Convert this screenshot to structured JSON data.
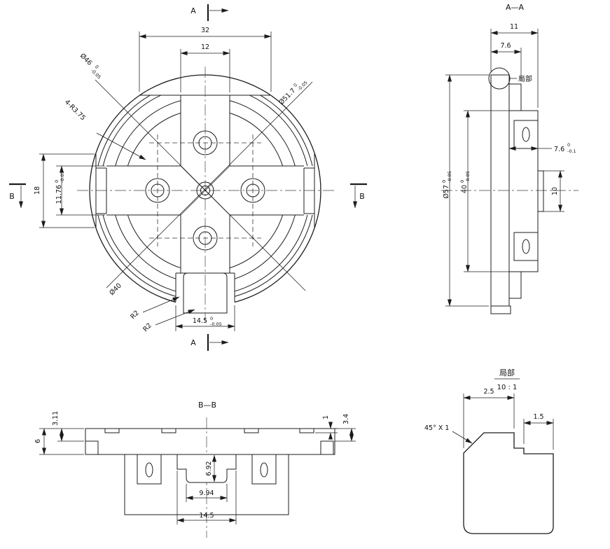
{
  "front_view": {
    "section_label_a": "A",
    "section_label_b": "B",
    "dim_width_outer": "32",
    "dim_width_slot": "12",
    "dim_flat_height": "18",
    "dim_arm": {
      "value": "11.76",
      "tol_upper": "0",
      "tol_lower": "-0.05"
    },
    "dim_notch": {
      "value": "14.5",
      "tol_upper": "0",
      "tol_lower": "-0.05"
    },
    "dia_46": {
      "value": "Ø46",
      "tol_upper": "0",
      "tol_lower": "-0.05"
    },
    "dia_51_7": {
      "value": "Ø51.7",
      "tol_upper": "0",
      "tol_lower": "-0.05"
    },
    "dia_40": "Ø40",
    "fillet_note": "4-R3.75",
    "fillet_r2_a": "R2",
    "fillet_r2_b": "R2"
  },
  "section_aa": {
    "title": "A—A",
    "dim_total_width": "11",
    "dim_hub_width": "7.6",
    "detail_callout": "局部",
    "dia_57": {
      "value": "Ø57",
      "tol_upper": "0",
      "tol_lower": "-0.05"
    },
    "dim_hub_height": {
      "value": "40",
      "tol_upper": "0",
      "tol_lower": "-0.05"
    },
    "dim_step": {
      "value": "7.6",
      "tol_upper": "0",
      "tol_lower": "-0.1"
    },
    "dim_boss": "10"
  },
  "section_bb": {
    "title": "B—B",
    "dim_plate_thickness": "6",
    "dim_step_depth": "3.11",
    "dim_notch_depth": "1",
    "dim_end_step": "3.4",
    "dim_pocket_depth": "6.92",
    "dim_pocket_inner": "9.94",
    "dim_pocket_outer": "14.5"
  },
  "detail_view": {
    "title": "局部",
    "scale": "10 : 1",
    "dim_top": "2.5",
    "dim_step": "1.5",
    "chamfer_note": "45° X 1"
  }
}
